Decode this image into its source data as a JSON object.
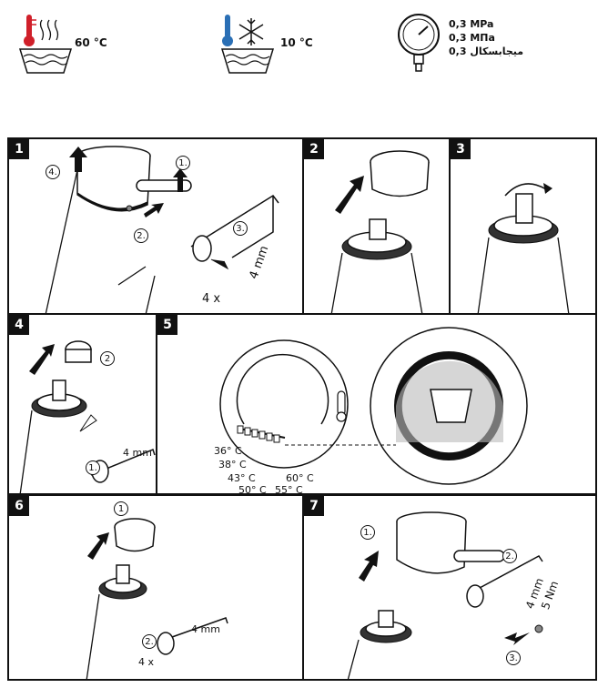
{
  "header": {
    "hot": {
      "temp": "60 °C",
      "icon": "hot-water-thermometer-icon"
    },
    "cold": {
      "temp": "10 °C",
      "icon": "cold-water-snowflake-icon"
    },
    "pressure": {
      "line1": "0,3 MPa",
      "line2": "0,3 МПа",
      "line3": "0,3 ميجابسكال",
      "icon": "pressure-gauge-icon"
    }
  },
  "steps": {
    "s1": {
      "num": "1",
      "c1": "1.",
      "c2": "2.",
      "c3": "3.",
      "c4": "4.",
      "size": "4 mm",
      "count": "4 x"
    },
    "s2": {
      "num": "2"
    },
    "s3": {
      "num": "3"
    },
    "s4": {
      "num": "4",
      "c1": "1.",
      "c2": "2",
      "size": "4 mm"
    },
    "s5": {
      "num": "5",
      "temps": [
        "36° C",
        "38° C",
        "43° C",
        "50° C",
        "55° C",
        "60° C"
      ]
    },
    "s6": {
      "num": "6",
      "c1": "1",
      "c2": "2.",
      "size": "4 mm",
      "count": "4 x"
    },
    "s7": {
      "num": "7",
      "c1": "1.",
      "c2": "2.",
      "c3": "3.",
      "size": "4 mm",
      "torque": "5 Nm"
    }
  },
  "colors": {
    "hot": "#d0202a",
    "cold": "#2a6fb5",
    "ink": "#111111"
  }
}
